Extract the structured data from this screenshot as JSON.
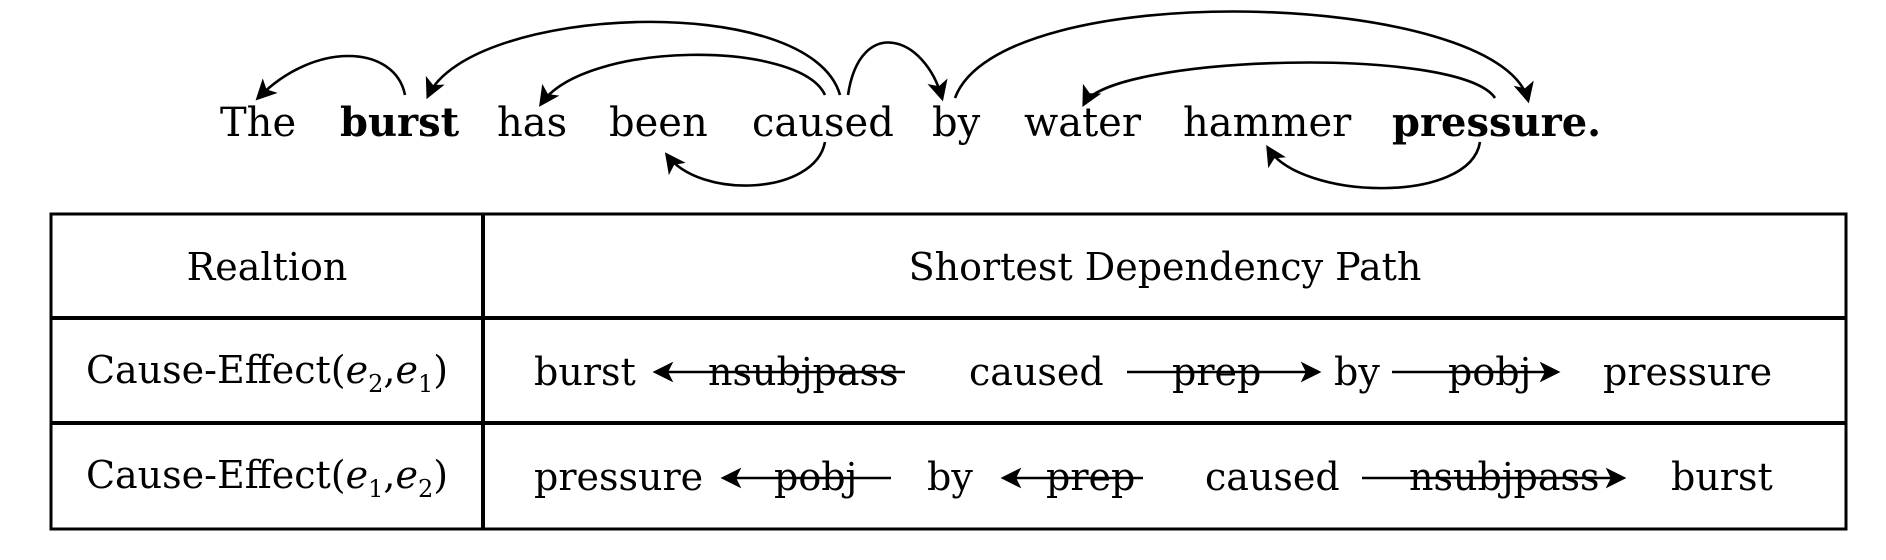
{
  "sentence": {
    "words": [
      {
        "text": "The",
        "bold": false
      },
      {
        "text": "burst",
        "bold": true
      },
      {
        "text": "has",
        "bold": false
      },
      {
        "text": "been",
        "bold": false
      },
      {
        "text": "caused",
        "bold": false
      },
      {
        "text": "by",
        "bold": false
      },
      {
        "text": "water",
        "bold": false
      },
      {
        "text": "hammer",
        "bold": false
      },
      {
        "text": "pressure.",
        "bold": true
      }
    ],
    "arcs": [
      {
        "from": 1,
        "to": 0,
        "side": "above"
      },
      {
        "from": 4,
        "to": 1,
        "side": "above"
      },
      {
        "from": 4,
        "to": 2,
        "side": "above"
      },
      {
        "from": 4,
        "to": 3,
        "side": "below"
      },
      {
        "from": 4,
        "to": 5,
        "side": "above"
      },
      {
        "from": 5,
        "to": 8,
        "side": "above"
      },
      {
        "from": 8,
        "to": 6,
        "side": "above"
      },
      {
        "from": 8,
        "to": 7,
        "side": "below"
      }
    ]
  },
  "table": {
    "header_relation": "Realtion",
    "header_path": "Shortest Dependency Path",
    "rows": [
      {
        "relation": {
          "prefix": "Cause-Effect(",
          "first": "e",
          "first_sub": "2",
          "sep": ",",
          "second": "e",
          "second_sub": "1",
          "suffix": ")"
        },
        "path": [
          {
            "kind": "word",
            "text": "burst"
          },
          {
            "kind": "edge",
            "label": "nsubjpass",
            "dir": "left"
          },
          {
            "kind": "word",
            "text": "caused"
          },
          {
            "kind": "edge",
            "label": "prep",
            "dir": "right"
          },
          {
            "kind": "word",
            "text": "by"
          },
          {
            "kind": "edge",
            "label": "pobj",
            "dir": "right"
          },
          {
            "kind": "word",
            "text": "pressure"
          }
        ]
      },
      {
        "relation": {
          "prefix": "Cause-Effect(",
          "first": "e",
          "first_sub": "1",
          "sep": ",",
          "second": "e",
          "second_sub": "2",
          "suffix": ")"
        },
        "path": [
          {
            "kind": "word",
            "text": "pressure"
          },
          {
            "kind": "edge",
            "label": "pobj",
            "dir": "left"
          },
          {
            "kind": "word",
            "text": "by"
          },
          {
            "kind": "edge",
            "label": "prep",
            "dir": "left"
          },
          {
            "kind": "word",
            "text": "caused"
          },
          {
            "kind": "edge",
            "label": "nsubjpass",
            "dir": "right"
          },
          {
            "kind": "word",
            "text": "burst"
          }
        ]
      }
    ]
  }
}
